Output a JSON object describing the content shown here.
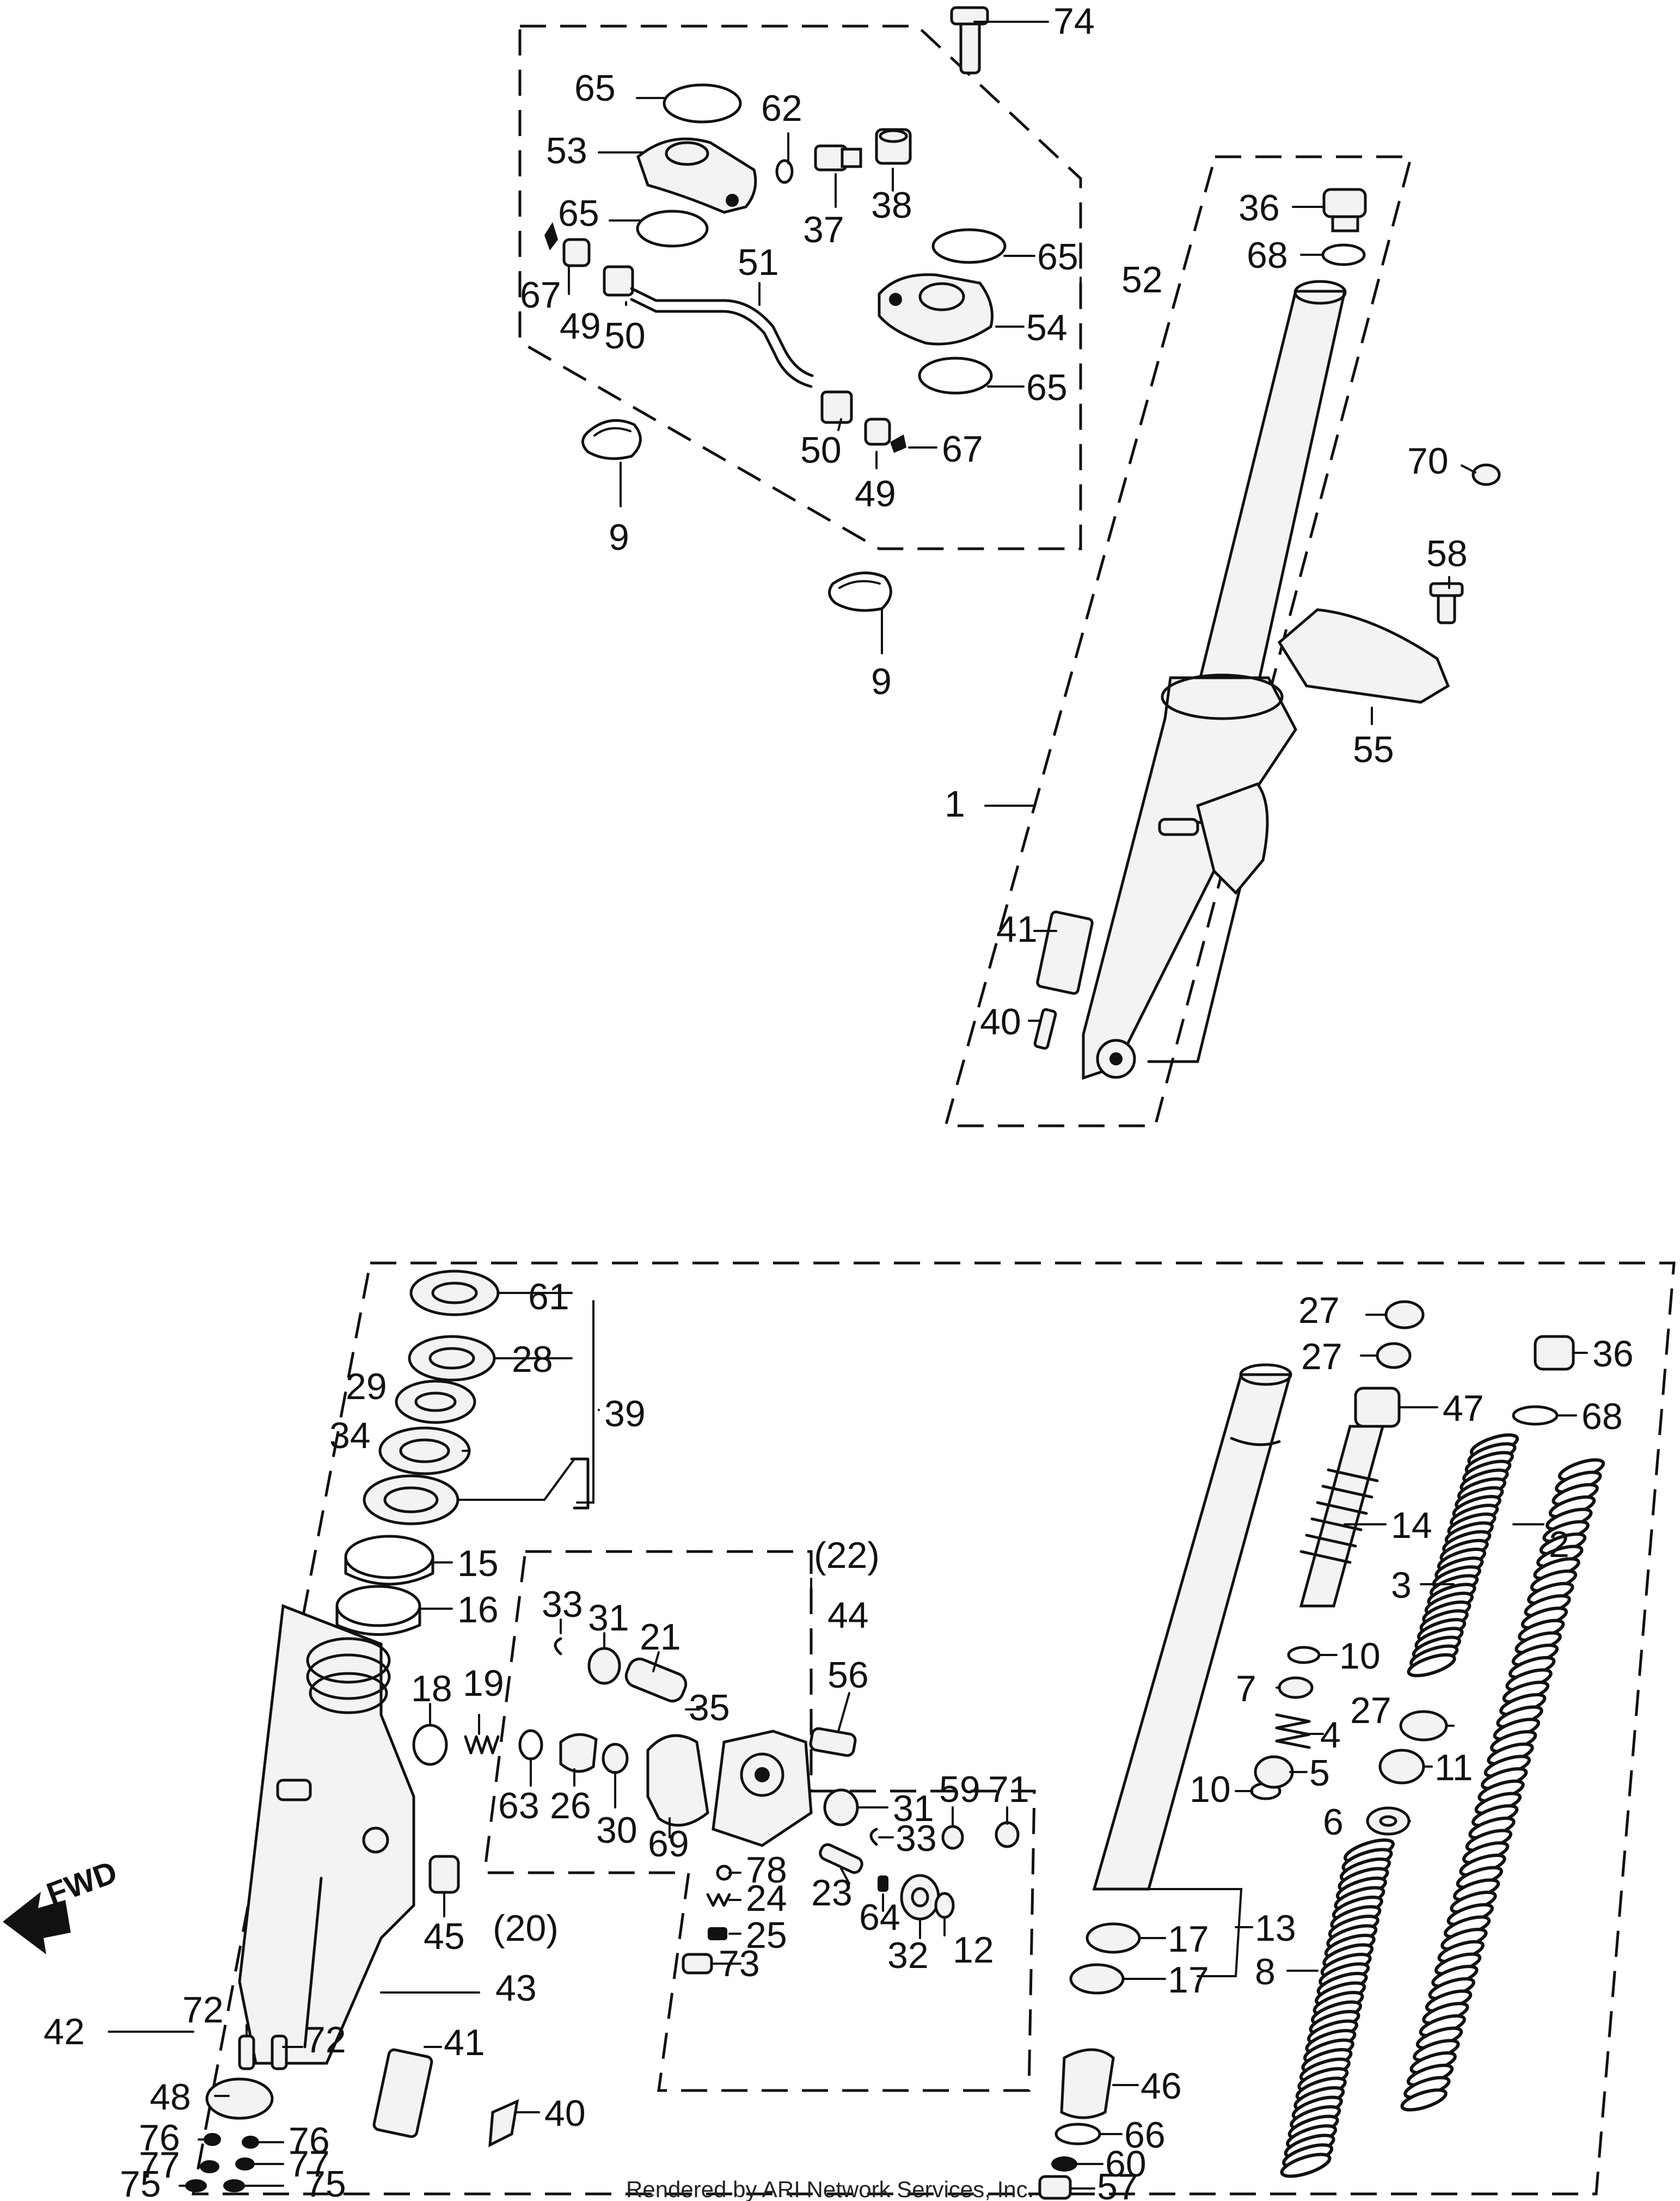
{
  "diagram": {
    "callouts": {
      "c74": "74",
      "c65a": "65",
      "c62": "62",
      "c53": "53",
      "c38": "38",
      "c37": "37",
      "c65b": "65",
      "c67a": "67",
      "c49a": "49",
      "c50a": "50",
      "c51": "51",
      "c65c": "65",
      "c52": "52",
      "c54": "54",
      "c65d": "65",
      "c50b": "50",
      "c49b": "49",
      "c67b": "67",
      "c9a": "9",
      "c9b": "9",
      "c36a": "36",
      "c68a": "68",
      "c70": "70",
      "c58": "58",
      "c55": "55",
      "c1": "1",
      "c41a": "41",
      "c40a": "40",
      "c61": "61",
      "c28": "28",
      "c29": "29",
      "c39": "39",
      "c34": "34",
      "c15": "15",
      "c16": "16",
      "c18": "18",
      "c19": "19",
      "c33a": "33",
      "c31a": "31",
      "c21": "21",
      "c22": "(22)",
      "c44": "44",
      "c35": "35",
      "c56": "56",
      "c63": "63",
      "c26": "26",
      "c30": "30",
      "c69": "69",
      "c31b": "31",
      "c59": "59",
      "c71": "71",
      "c33b": "33",
      "c78": "78",
      "c23": "23",
      "c24": "24",
      "c25": "25",
      "c73": "73",
      "c64": "64",
      "c32": "32",
      "c12": "12",
      "c45": "45",
      "c20": "(20)",
      "c43": "43",
      "c42": "42",
      "c72a": "72",
      "c72b": "72",
      "c41b": "41",
      "c40b": "40",
      "c48": "48",
      "c76a": "76",
      "c76b": "76",
      "c77a": "77",
      "c77b": "77",
      "c75a": "75",
      "c75b": "75",
      "c27a": "27",
      "c27b": "27",
      "c36b": "36",
      "c47": "47",
      "c68b": "68",
      "c14": "14",
      "c2": "2",
      "c3": "3",
      "c10a": "10",
      "c7": "7",
      "c27c": "27",
      "c4": "4",
      "c11": "11",
      "c10b": "10",
      "c5": "5",
      "c6": "6",
      "c13": "13",
      "c17a": "17",
      "c17b": "17",
      "c8": "8",
      "c46": "46",
      "c66": "66",
      "c60": "60",
      "c57": "57"
    },
    "fwd_label": "FWD",
    "footer": "Rendered by ARI Network Services, Inc."
  }
}
